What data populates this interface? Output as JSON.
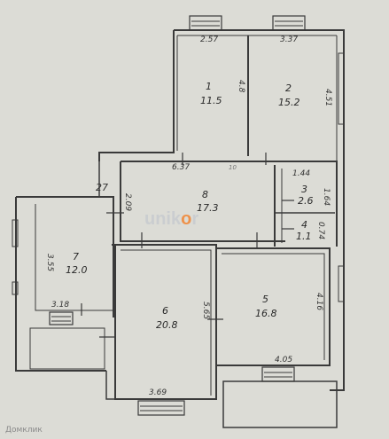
{
  "watermark_logo": {
    "text_a": "unik",
    "text_o": "o",
    "text_b": "r"
  },
  "corner_watermark": "Домклик",
  "rooms": [
    {
      "num": "1",
      "area": "11.5"
    },
    {
      "num": "2",
      "area": "15.2"
    },
    {
      "num": "8",
      "area": "17.3"
    },
    {
      "num": "3",
      "area": "2.6"
    },
    {
      "num": "4",
      "area": "1.1"
    },
    {
      "num": "7",
      "area": "12.0"
    },
    {
      "num": "6",
      "area": "20.8"
    },
    {
      "num": "5",
      "area": "16.8"
    }
  ],
  "dims": {
    "top_left": "2.57",
    "top_right": "3.37",
    "r1_height": "4.8",
    "r2_height": "4.51",
    "hall_width": "6.37",
    "hall_small": "10",
    "r3_width": "1.44",
    "r3_height": "1.64",
    "r4_height": "0.74",
    "corridor": "27",
    "hall_height": "2.09",
    "r7_height": "3.55",
    "r7_width": "3.18",
    "r6_height": "5.65",
    "r5_height": "4.16",
    "r5_width": "4.05",
    "r6_width": "3.69"
  },
  "colors": {
    "paper": "#dcdcd6",
    "wall": "#3a3a3a",
    "accent": "#f08a3c"
  }
}
